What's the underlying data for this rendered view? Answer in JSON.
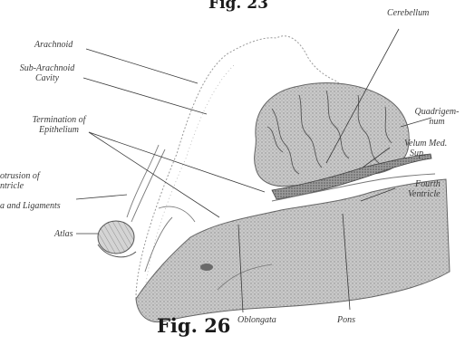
{
  "figure": {
    "top_caption": "Fig. 23",
    "bottom_caption": "Fig. 26"
  },
  "labels": {
    "cerebellum": "Cerebellum",
    "arachnoid": "Arachnoid",
    "sub_arachnoid_1": "Sub-Arachnoid",
    "sub_arachnoid_2": "Cavity",
    "termination_1": "Termination of",
    "termination_2": "Epithelium",
    "quadrigeminum_1": "Quadrigem-",
    "quadrigeminum_2": "num",
    "velum_1": "Velum Med.",
    "velum_2": "Sup.",
    "protrusion_1": "otrusion of",
    "protrusion_2": "ntricle",
    "ligaments": "a and Ligaments",
    "fourth_1": "Fourth",
    "fourth_2": "Ventricle",
    "atlas": "Atlas",
    "oblongata": "Oblongata",
    "pons": "Pons"
  }
}
